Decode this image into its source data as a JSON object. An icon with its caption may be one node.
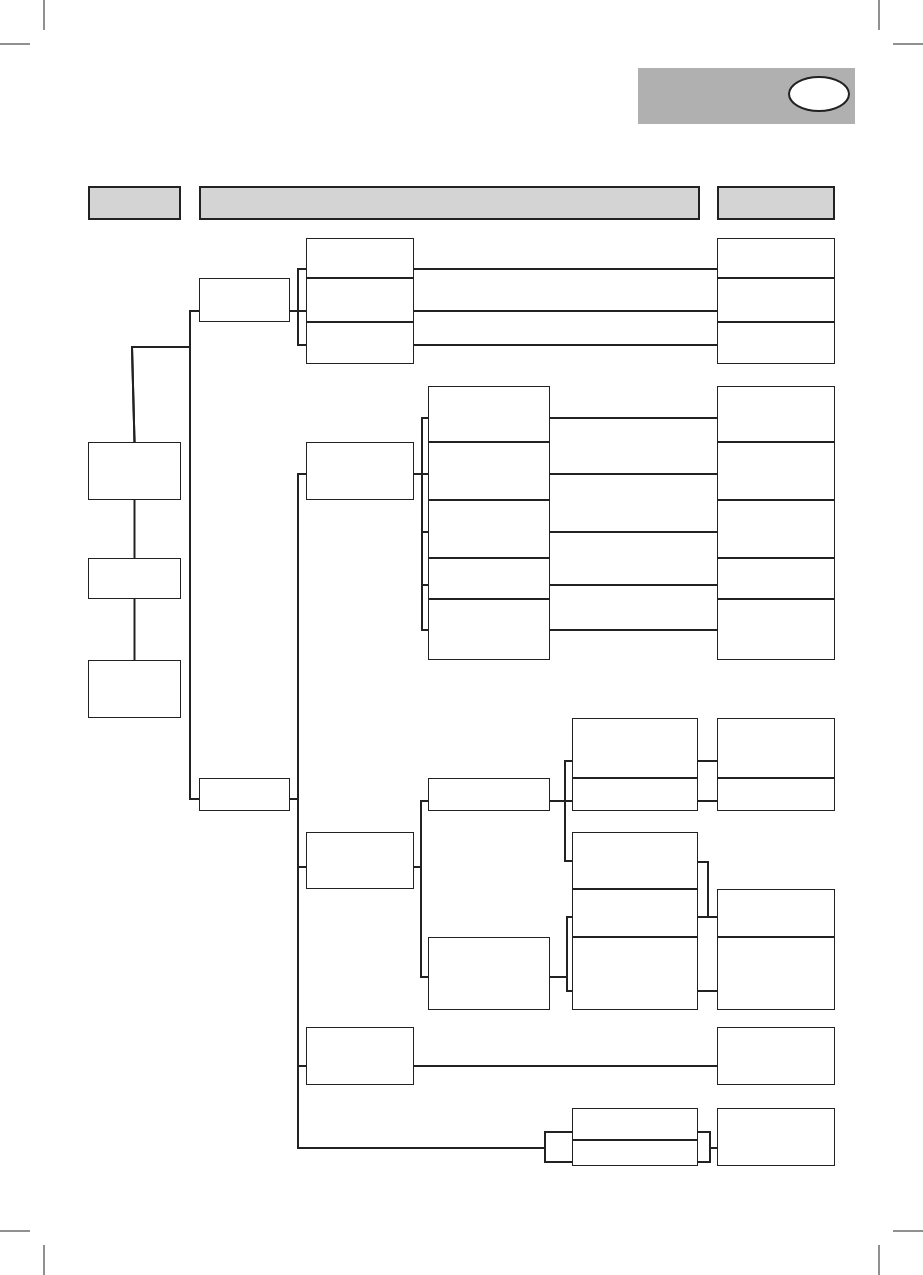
{
  "diagram": {
    "nodes": [
      {
        "text": [],
        "shape": "box"
      },
      {
        "text": [],
        "shape": "ellipse",
        "in": 0
      },
      {
        "text": [],
        "shape": "box"
      },
      {
        "text": [],
        "shape": "box"
      },
      {
        "text": [],
        "shape": "box"
      },
      {
        "text": [],
        "shape": "box"
      },
      {
        "text": [],
        "shape": "box"
      },
      {
        "text": [],
        "shape": "box"
      },
      {
        "text": [],
        "shape": "box"
      },
      {
        "text": [],
        "shape": "box"
      },
      {
        "text": [],
        "shape": "box"
      },
      {
        "text": [],
        "shape": "box"
      },
      {
        "text": [],
        "shape": "box"
      },
      {
        "text": [],
        "shape": "box"
      },
      {
        "text": [],
        "shape": "box"
      },
      {
        "text": [],
        "shape": "box"
      },
      {
        "text": [],
        "shape": "box"
      },
      {
        "text": [],
        "shape": "box"
      },
      {
        "text": [],
        "shape": "box"
      },
      {
        "text": [],
        "shape": "box"
      },
      {
        "text": [],
        "shape": "box"
      },
      {
        "text": [],
        "shape": "box"
      },
      {
        "text": [],
        "shape": "box"
      },
      {
        "text": [],
        "shape": "box"
      },
      {
        "text": [],
        "shape": "box"
      },
      {
        "text": [],
        "shape": "box"
      },
      {
        "text": [],
        "shape": "box"
      },
      {
        "text": [],
        "shape": "box"
      },
      {
        "text": [],
        "shape": "box"
      },
      {
        "text": [],
        "shape": "box"
      },
      {
        "text": [],
        "shape": "box"
      },
      {
        "text": [],
        "shape": "box"
      },
      {
        "text": [],
        "shape": "box"
      },
      {
        "text": [],
        "shape": "box"
      },
      {
        "text": [],
        "shape": "box"
      },
      {
        "text": [],
        "shape": "box"
      },
      {
        "text": [],
        "shape": "box"
      },
      {
        "text": [],
        "shape": "box"
      },
      {
        "text": [],
        "shape": "box"
      },
      {
        "text": [],
        "shape": "box"
      },
      {
        "text": [],
        "shape": "box"
      },
      {
        "text": [],
        "shape": "box"
      },
      {
        "text": [],
        "shape": "box"
      },
      {
        "text": [],
        "shape": "box"
      }
    ],
    "edges": [
      {
        "from": 5,
        "to": 8,
        "arrow": "none"
      },
      {
        "from": 5,
        "to": 9,
        "arrow": "none"
      },
      {
        "from": 5,
        "to": 6,
        "arrow": "none"
      },
      {
        "from": 6,
        "to": 7,
        "arrow": "none"
      },
      {
        "from": 8,
        "to": 10,
        "arrow": "none"
      },
      {
        "from": 8,
        "to": 11,
        "arrow": "none"
      },
      {
        "from": 8,
        "to": 12,
        "arrow": "none"
      },
      {
        "from": 10,
        "to": 13,
        "arrow": "none"
      },
      {
        "from": 11,
        "to": 14,
        "arrow": "none"
      },
      {
        "from": 12,
        "to": 15,
        "arrow": "none"
      },
      {
        "from": 9,
        "to": 16,
        "arrow": "none"
      },
      {
        "from": 9,
        "to": 17,
        "arrow": "none"
      },
      {
        "from": 9,
        "to": 18,
        "arrow": "none"
      },
      {
        "from": 9,
        "to": 41,
        "arrow": "none"
      },
      {
        "from": 9,
        "to": 42,
        "arrow": "none"
      },
      {
        "from": 41,
        "to": 43,
        "arrow": "none"
      },
      {
        "from": 42,
        "to": 43,
        "arrow": "none"
      },
      {
        "from": 16,
        "to": 19,
        "arrow": "none"
      },
      {
        "from": 16,
        "to": 20,
        "arrow": "none"
      },
      {
        "from": 16,
        "to": 21,
        "arrow": "none"
      },
      {
        "from": 16,
        "to": 22,
        "arrow": "none"
      },
      {
        "from": 16,
        "to": 23,
        "arrow": "none"
      },
      {
        "from": 19,
        "to": 24,
        "arrow": "none"
      },
      {
        "from": 20,
        "to": 25,
        "arrow": "none"
      },
      {
        "from": 21,
        "to": 26,
        "arrow": "none"
      },
      {
        "from": 22,
        "to": 27,
        "arrow": "none"
      },
      {
        "from": 23,
        "to": 28,
        "arrow": "none"
      },
      {
        "from": 17,
        "to": 29,
        "arrow": "none"
      },
      {
        "from": 17,
        "to": 30,
        "arrow": "none"
      },
      {
        "from": 29,
        "to": 31,
        "arrow": "none"
      },
      {
        "from": 29,
        "to": 32,
        "arrow": "none"
      },
      {
        "from": 29,
        "to": 33,
        "arrow": "none"
      },
      {
        "from": 30,
        "to": 34,
        "arrow": "none"
      },
      {
        "from": 30,
        "to": 35,
        "arrow": "none"
      },
      {
        "from": 31,
        "to": 36,
        "arrow": "none"
      },
      {
        "from": 32,
        "to": 37,
        "arrow": "none"
      },
      {
        "from": 33,
        "to": 38,
        "arrow": "none"
      },
      {
        "from": 34,
        "to": 38,
        "arrow": "none"
      },
      {
        "from": 35,
        "to": 39,
        "arrow": "none"
      },
      {
        "from": 18,
        "to": 40,
        "arrow": "none"
      }
    ]
  }
}
